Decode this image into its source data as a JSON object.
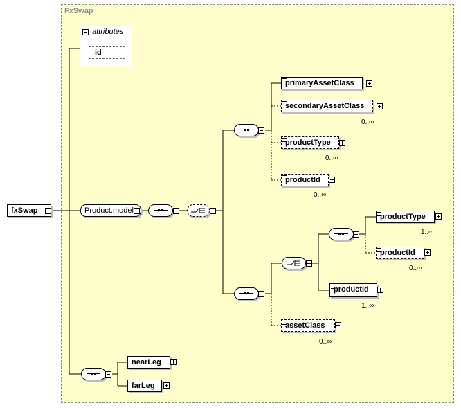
{
  "root": {
    "label": "fxSwap"
  },
  "complex_type": {
    "label": "FxSwap"
  },
  "attributes": {
    "header": "attributes",
    "id": "id"
  },
  "model_group": {
    "label": "Product.model"
  },
  "elements": {
    "primaryAssetClass": "primaryAssetClass",
    "secondaryAssetClass": "secondaryAssetClass",
    "secondaryAssetClass_occ": "0..∞",
    "productType": "productType",
    "productType_occ": "0..∞",
    "productId": "productId",
    "productId_occ": "0..∞",
    "productType2": "productType",
    "productType2_occ": "1..∞",
    "productId2": "productId",
    "productId2_occ": "0..∞",
    "productId3": "productId",
    "productId3_occ": "1..∞",
    "assetClass": "assetClass",
    "assetClass_occ": "0..∞",
    "nearLeg": "nearLeg",
    "farLeg": "farLeg"
  },
  "colors": {
    "type_background": "#FFFFCC",
    "shadow": "#BDBDBD"
  }
}
